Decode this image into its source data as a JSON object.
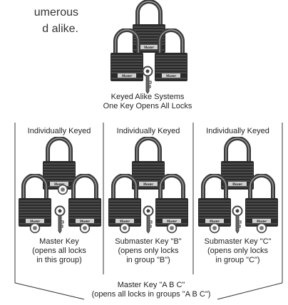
{
  "intro_text": [
    "umerous",
    "d alike."
  ],
  "brand": "Master",
  "keyed_alike": {
    "title": "Keyed Alike Systems",
    "subtitle": "One Key Opens All Locks"
  },
  "groups": [
    {
      "heading": "Individually Keyed",
      "caption_lines": [
        "Master Key",
        "(opens all locks",
        "in this group)"
      ]
    },
    {
      "heading": "Individually Keyed",
      "caption_lines": [
        "Submaster Key \"B\"",
        "(opens only locks",
        "in group \"B\")"
      ]
    },
    {
      "heading": "Individually Keyed",
      "caption_lines": [
        "Submaster Key \"C\"",
        "(opens only locks",
        "in group \"C\")"
      ]
    }
  ],
  "bottom_caption": [
    "Master Key \"A B C\"",
    "(opens all locks in groups \"A B C\")"
  ],
  "colors": {
    "lock_body": "#2b2b2b",
    "shackle": "#444444",
    "label_plate": "#cfcfcf",
    "key": "#555555"
  }
}
